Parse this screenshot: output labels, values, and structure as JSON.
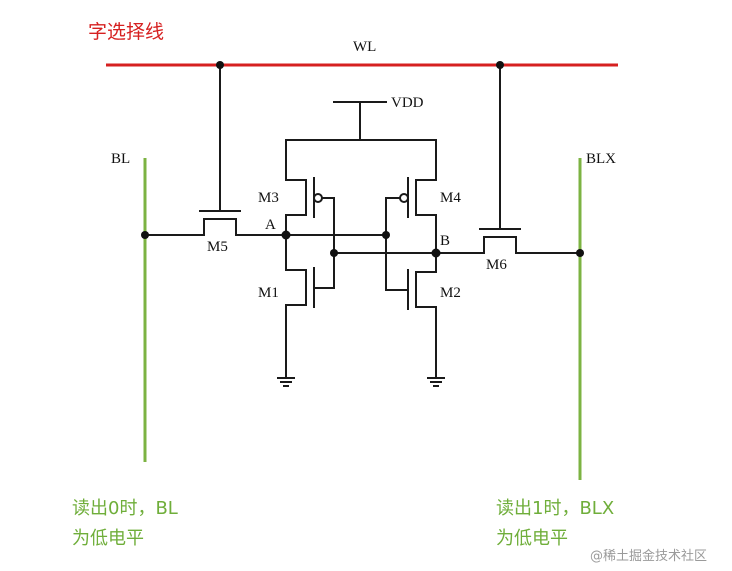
{
  "title": "字选择线",
  "labels": {
    "wl": "WL",
    "vdd": "VDD",
    "bl": "BL",
    "blx": "BLX",
    "node_a": "A",
    "node_b": "B",
    "m1": "M1",
    "m2": "M2",
    "m3": "M3",
    "m4": "M4",
    "m5": "M5",
    "m6": "M6"
  },
  "notes": {
    "left_line1": "读出0时，BL",
    "left_line2": "为低电平",
    "right_line1": "读出1时，BLX",
    "right_line2": "为低电平"
  },
  "watermark": "@稀土掘金技术社区",
  "colors": {
    "word_line": "#d62020",
    "bit_lines": "#7cb342",
    "notes": "#6fae3a",
    "wires": "#1a1a1a"
  }
}
